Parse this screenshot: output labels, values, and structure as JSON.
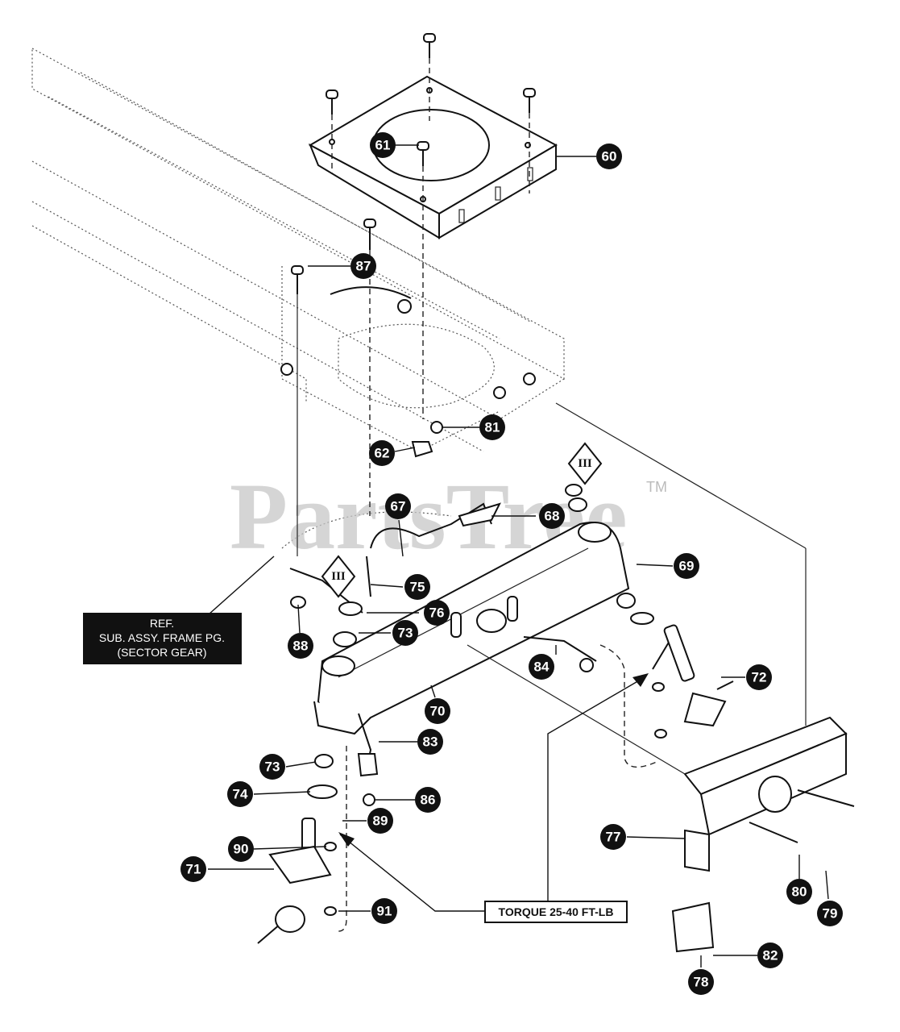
{
  "watermark": {
    "text": "PartsTree",
    "tm": "TM"
  },
  "reference_note": {
    "line1": "REF.",
    "line2": "SUB. ASSY. FRAME PG.",
    "line3": "(SECTOR GEAR)"
  },
  "torque_note": "TORQUE 25-40 FT-LB",
  "roman_marks": [
    "III",
    "III"
  ],
  "callouts": [
    "60",
    "61",
    "62",
    "67",
    "68",
    "69",
    "70",
    "71",
    "72",
    "73",
    "73",
    "74",
    "75",
    "76",
    "77",
    "78",
    "79",
    "80",
    "81",
    "82",
    "83",
    "84",
    "86",
    "87",
    "88",
    "89",
    "90",
    "91"
  ],
  "colors": {
    "ink": "#111111",
    "watermark": "#c8c8c8",
    "background": "#ffffff"
  }
}
